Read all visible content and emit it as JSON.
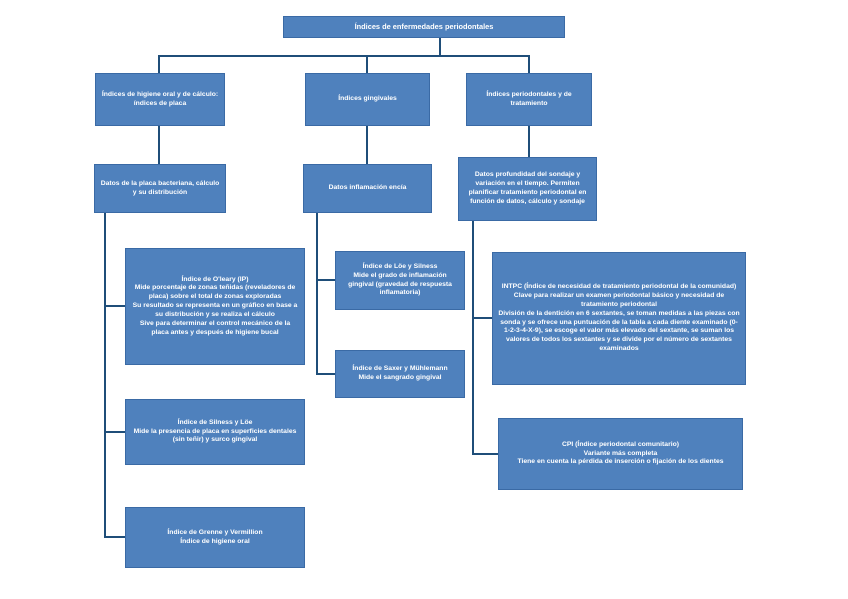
{
  "colors": {
    "box_fill": "#4f81bd",
    "box_border": "#3a6aa5",
    "connector": "#1f4e79",
    "text": "#ffffff"
  },
  "diagram": {
    "root": {
      "label": "Índices de enfermedades periodontales"
    },
    "branches": [
      {
        "label": "Índices de higiene oral y de cálculo: índices de placa",
        "data_box": "Datos de la placa bacteriana, cálculo y su distribución",
        "leaves": [
          {
            "lines": [
              "Índice de O'leary (IP)",
              "Mide porcentaje de zonas teñidas (reveladores de placa) sobre el total de zonas exploradas",
              "Su resultado se representa en un gráfico en base a su distribución y se realiza el cálculo",
              "Sive para determinar el control mecánico de la placa antes y después de higiene bucal"
            ]
          },
          {
            "lines": [
              "Índice de Silness y Löe",
              "Mide la presencia de placa en superficies dentales (sin teñir) y surco gingival"
            ]
          },
          {
            "lines": [
              "Índice de Grenne y Vermillion",
              "Índice de higiene oral"
            ]
          }
        ]
      },
      {
        "label": "Índices gingivales",
        "data_box": "Datos inflamación encía",
        "leaves": [
          {
            "lines": [
              "Índice de Löe y Silness",
              "Mide el grado de inflamación gingival (gravedad de respuesta inflamatoria)"
            ]
          },
          {
            "lines": [
              "Índice de Saxer y Mühlemann",
              "Mide el sangrado gingival"
            ]
          }
        ]
      },
      {
        "label": "Índices periodontales y de tratamiento",
        "data_box": "Datos profundidad del sondaje y variación en el tiempo. Permiten planificar tratamiento periodontal en función de datos, cálculo y sondaje",
        "leaves": [
          {
            "lines": [
              "INTPC (Índice de necesidad de tratamiento periodontal de la comunidad)",
              "Clave para realizar un examen periodontal básico y necesidad de tratamiento periodontal",
              "División de la dentición en 6 sextantes, se toman medidas a las piezas con sonda y se ofrece una puntuación de la tabla a cada diente examinado (0-1-2-3-4-X-9), se escoge el valor más elevado del sextante, se suman los valores de todos los sextantes y se divide por el número de sextantes examinados"
            ]
          },
          {
            "lines": [
              "CPI (Índice periodontal comunitario)",
              "Variante más completa",
              "Tiene en cuenta la pérdida de inserción o fijación de los dientes"
            ]
          }
        ]
      }
    ]
  }
}
